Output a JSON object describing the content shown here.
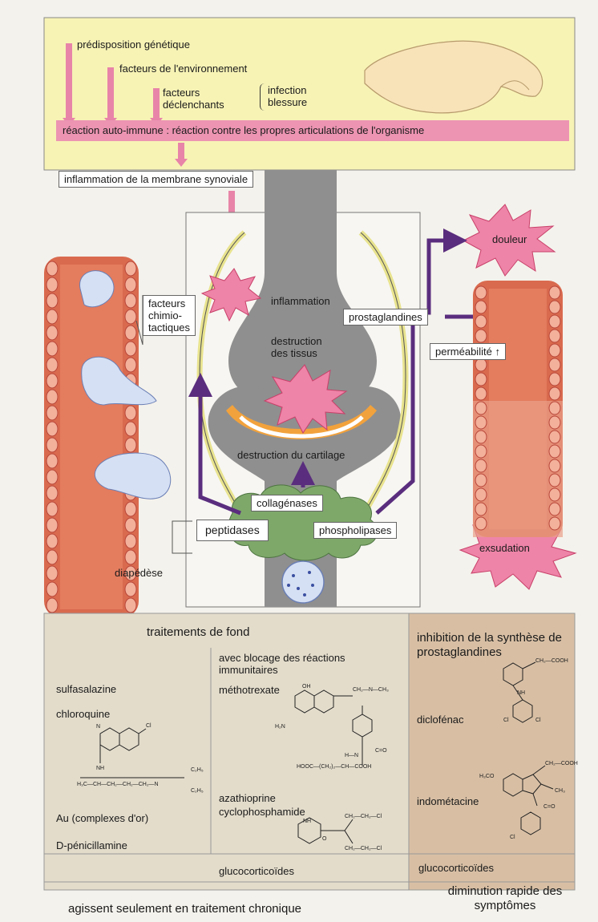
{
  "top": {
    "causes": [
      "prédisposition génétique",
      "facteurs de l'environnement"
    ],
    "trigger_label_1": "facteurs",
    "trigger_label_2": "déclenchants",
    "trigger_items": [
      "infection",
      "blessure"
    ],
    "autoimmune": "réaction auto-immune : réaction contre les propres articulations de l'organisme",
    "synovial": "inflammation de la membrane synoviale"
  },
  "joint": {
    "inflammation": "inflammation",
    "tissue_1": "destruction",
    "tissue_2": "des tissus",
    "cartilage": "destruction du cartilage",
    "collagenases": "collagénases",
    "peptidases": "peptidases",
    "phospholipases": "phospholipases"
  },
  "left": {
    "chemo_1": "facteurs",
    "chemo_2": "chimio-",
    "chemo_3": "tactiques",
    "diapedesis": "diapédèse"
  },
  "right": {
    "pain": "douleur",
    "prostaglandins": "prostaglandines",
    "permeability": "perméabilité",
    "exudation": "exsudation"
  },
  "treatments": {
    "col1_title": "traitements de fond",
    "col2_title": "avec blocage des réactions immunitaires",
    "col3_title": "inhibition de la synthèse de prostaglandines",
    "col1_drugs": [
      "sulfasalazine",
      "chloroquine",
      "Au (complexes d'or)",
      "D-pénicillamine"
    ],
    "col2_drugs": [
      "méthotrexate",
      "azathioprine",
      "cyclophosphamide"
    ],
    "col3_drugs": [
      "diclofénac",
      "indométacine"
    ],
    "glucocorticoids": "glucocorticoïdes",
    "footer_left": "agissent seulement en traitement chronique",
    "footer_right": "diminution rapide des symptômes"
  },
  "colors": {
    "top_bg": "#f7f3b5",
    "arrow_pink": "#e884a8",
    "autoimmune_band": "#ec94b2",
    "purple_arrow": "#5a2d7e",
    "vessel_red": "#d96a4e",
    "cell_border": "#b8463a",
    "bone_gray": "#8f8f8f",
    "bottom_tan": "#e3dccb",
    "inhibition_bg": "#d8bfa4"
  }
}
